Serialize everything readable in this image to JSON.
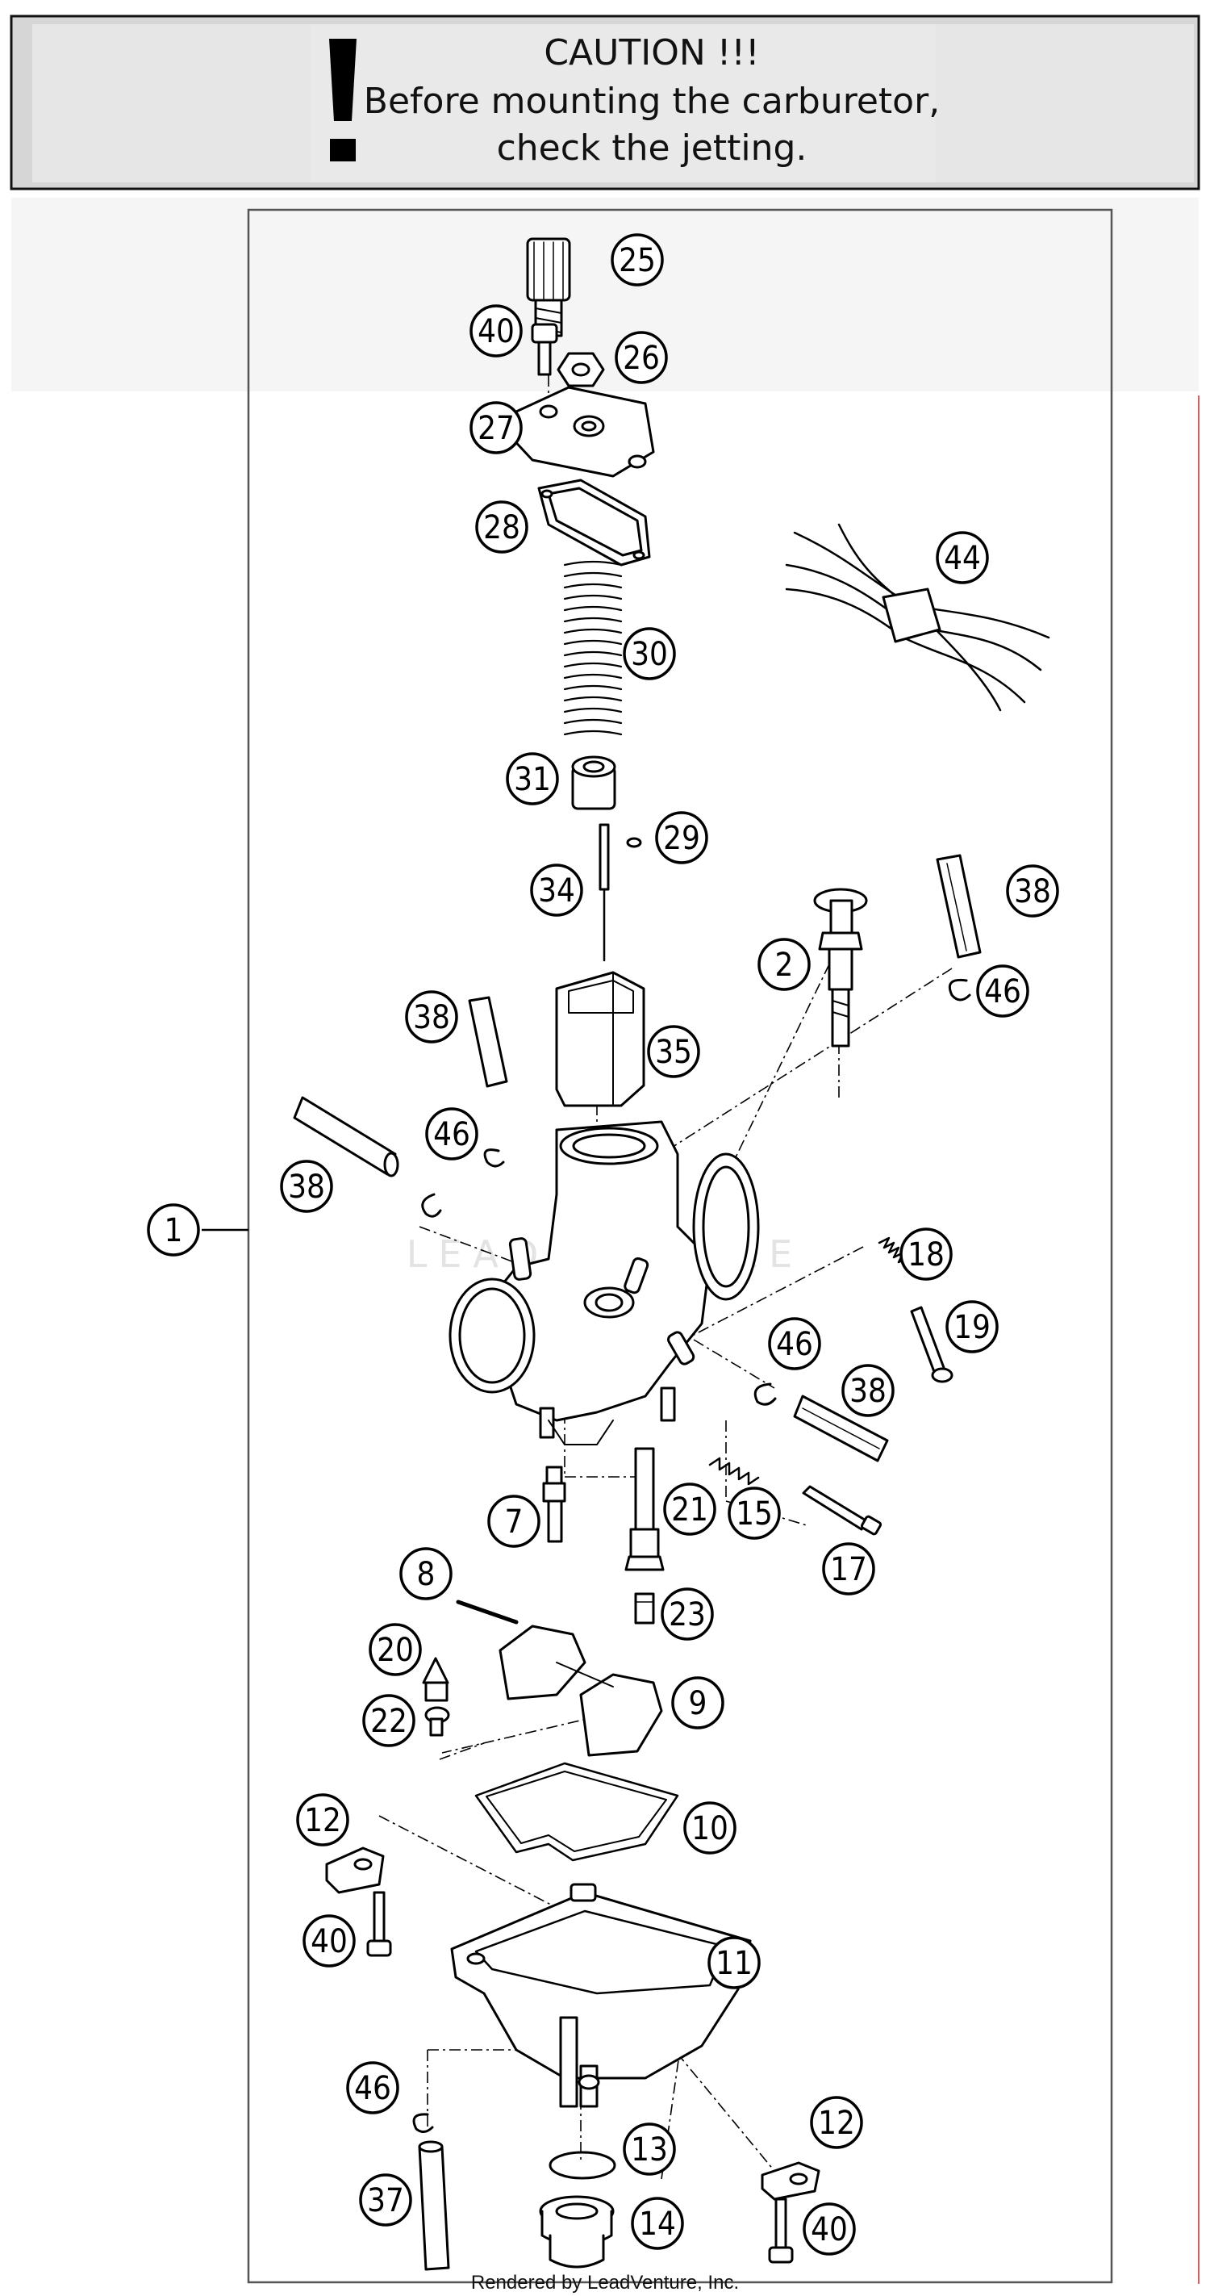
{
  "banner": {
    "line1": "CAUTION !!!",
    "line2": "Before mounting the carburetor,",
    "line3": "check the jetting."
  },
  "footer": "Rendered by LeadVenture, Inc.",
  "watermark": "LEADVENTURE",
  "callouts": {
    "c1": "1",
    "c2": "2",
    "c7": "7",
    "c8": "8",
    "c9": "9",
    "c10": "10",
    "c11": "11",
    "c12a": "12",
    "c12b": "12",
    "c13": "13",
    "c14": "14",
    "c15": "15",
    "c17": "17",
    "c18": "18",
    "c19": "19",
    "c20": "20",
    "c21": "21",
    "c22": "22",
    "c23": "23",
    "c25": "25",
    "c26": "26",
    "c27": "27",
    "c28": "28",
    "c29": "29",
    "c30": "30",
    "c31": "31",
    "c34": "34",
    "c35": "35",
    "c37": "37",
    "c38a": "38",
    "c38b": "38",
    "c38c": "38",
    "c38d": "38",
    "c40a": "40",
    "c40b": "40",
    "c40c": "40",
    "c44": "44",
    "c46a": "46",
    "c46b": "46",
    "c46c": "46",
    "c46d": "46"
  }
}
